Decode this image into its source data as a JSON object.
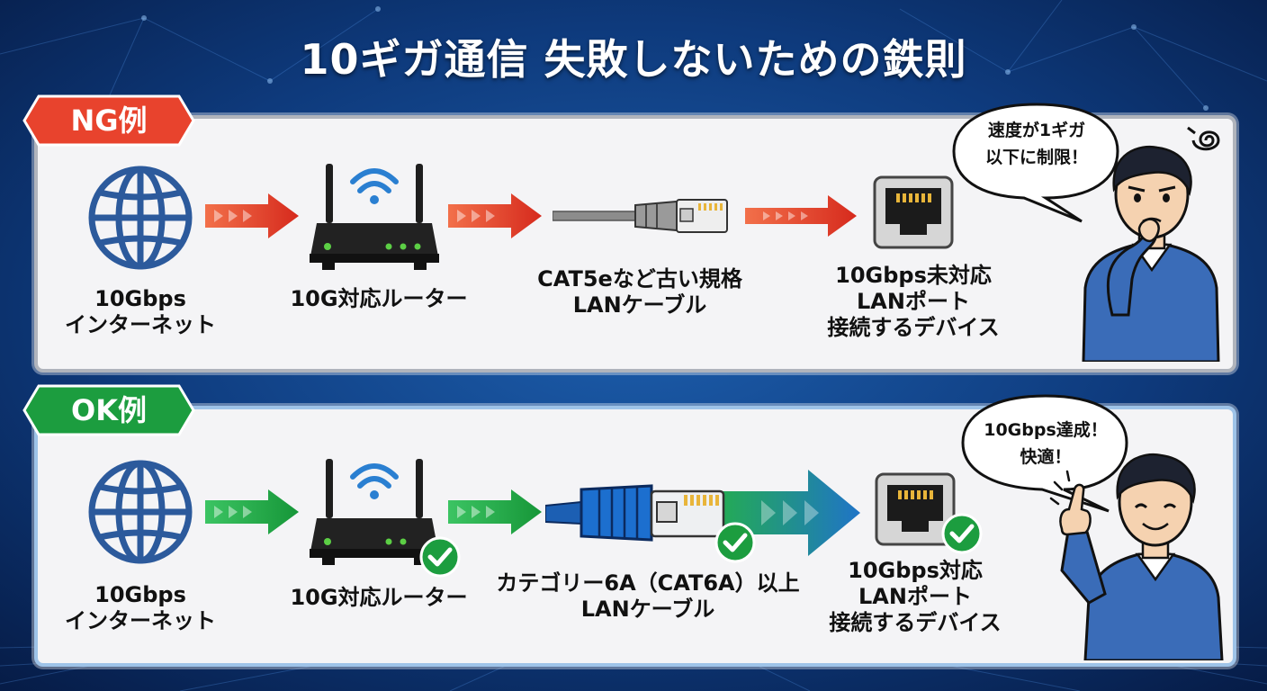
{
  "title": "10ギガ通信 失敗しないための鉄則",
  "colors": {
    "ng": "#e8432d",
    "ok": "#1c9d3f",
    "globe": "#2c5a9c",
    "bg": "#0b2a5e"
  },
  "ng": {
    "badge": "NG例",
    "internet": {
      "line1": "10Gbps",
      "line2": "インターネット"
    },
    "router": {
      "label": "10G対応ルーター"
    },
    "cable": {
      "line1": "CAT5eなど古い規格",
      "line2": "LANケーブル"
    },
    "port": {
      "line1": "10Gbps未対応",
      "line2": "LANポート",
      "line3": "接続するデバイス"
    },
    "bubble": {
      "line1": "速度が1ギガ",
      "line2": "以下に制限！"
    }
  },
  "ok": {
    "badge": "OK例",
    "internet": {
      "line1": "10Gbps",
      "line2": "インターネット"
    },
    "router": {
      "label": "10G対応ルーター"
    },
    "cable": {
      "line1": "カテゴリー6A（CAT6A）以上",
      "line2": "LANケーブル"
    },
    "port": {
      "line1": "10Gbps対応",
      "line2": "LANポート",
      "line3": "接続するデバイス"
    },
    "bubble": {
      "line1": "10Gbps達成！",
      "line2": "快適！"
    }
  },
  "icons": [
    "globe-icon",
    "router-icon",
    "wifi-icon",
    "lan-cable-icon",
    "lan-port-icon",
    "arrow-icon",
    "check-icon",
    "person-icon",
    "confused-swirl-icon"
  ]
}
